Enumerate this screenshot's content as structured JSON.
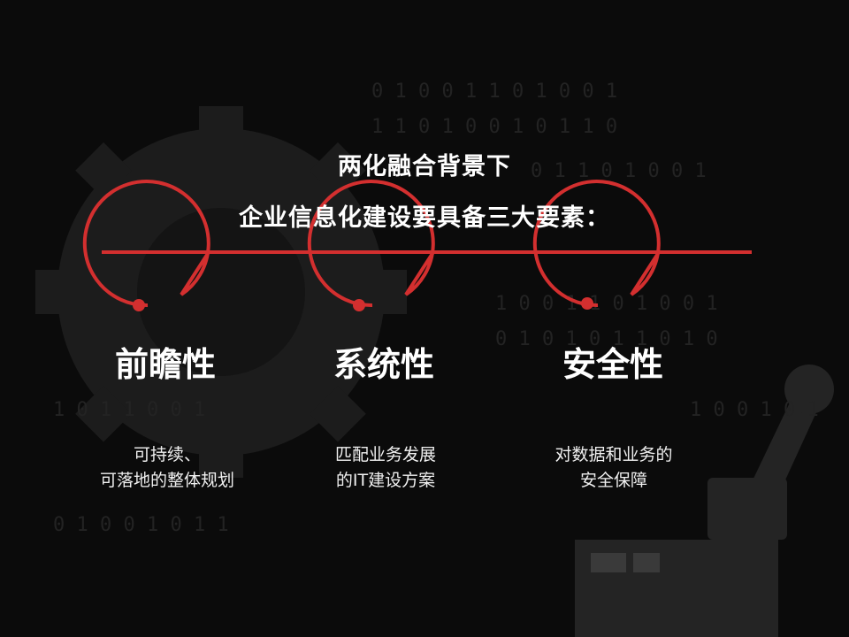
{
  "slide": {
    "title_line1": "两化融合背景下",
    "title_line2": "企业信息化建设要具备三大要素：",
    "accent_color": "#d32f2f",
    "background_color": "#0b0b0b",
    "pillars": [
      {
        "name": "前瞻性",
        "desc_line1": "可持续、",
        "desc_line2": "可落地的整体规划"
      },
      {
        "name": "系统性",
        "desc_line1": "匹配业务发展",
        "desc_line2": "的IT建设方案"
      },
      {
        "name": "安全性",
        "desc_line1": "对数据和业务的",
        "desc_line2": "安全保障"
      }
    ]
  }
}
